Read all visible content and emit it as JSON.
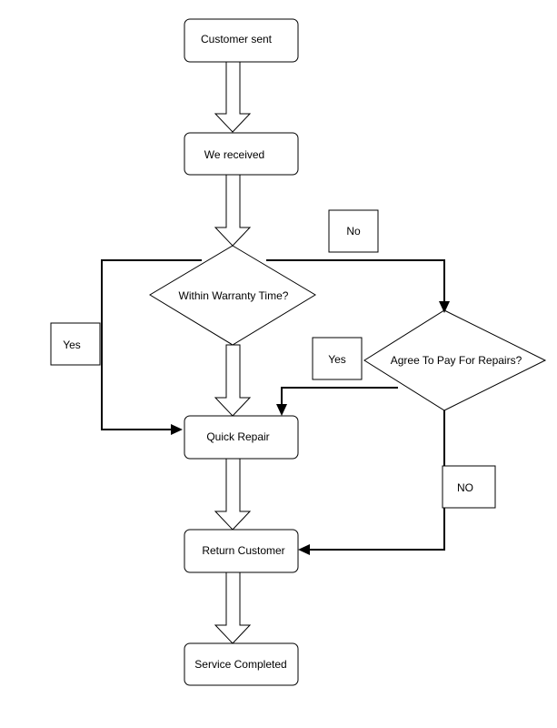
{
  "nodes": {
    "customer_sent": "Customer sent",
    "we_received": "We received",
    "within_warranty": "Within Warranty Time?",
    "agree_to_pay": "Agree To Pay For Repairs?",
    "quick_repair": "Quick Repair",
    "return_customer": "Return Customer",
    "service_completed": "Service Completed"
  },
  "labels": {
    "no_warranty": "No",
    "yes_warranty": "Yes",
    "yes_pay": "Yes",
    "no_pay": "NO"
  }
}
